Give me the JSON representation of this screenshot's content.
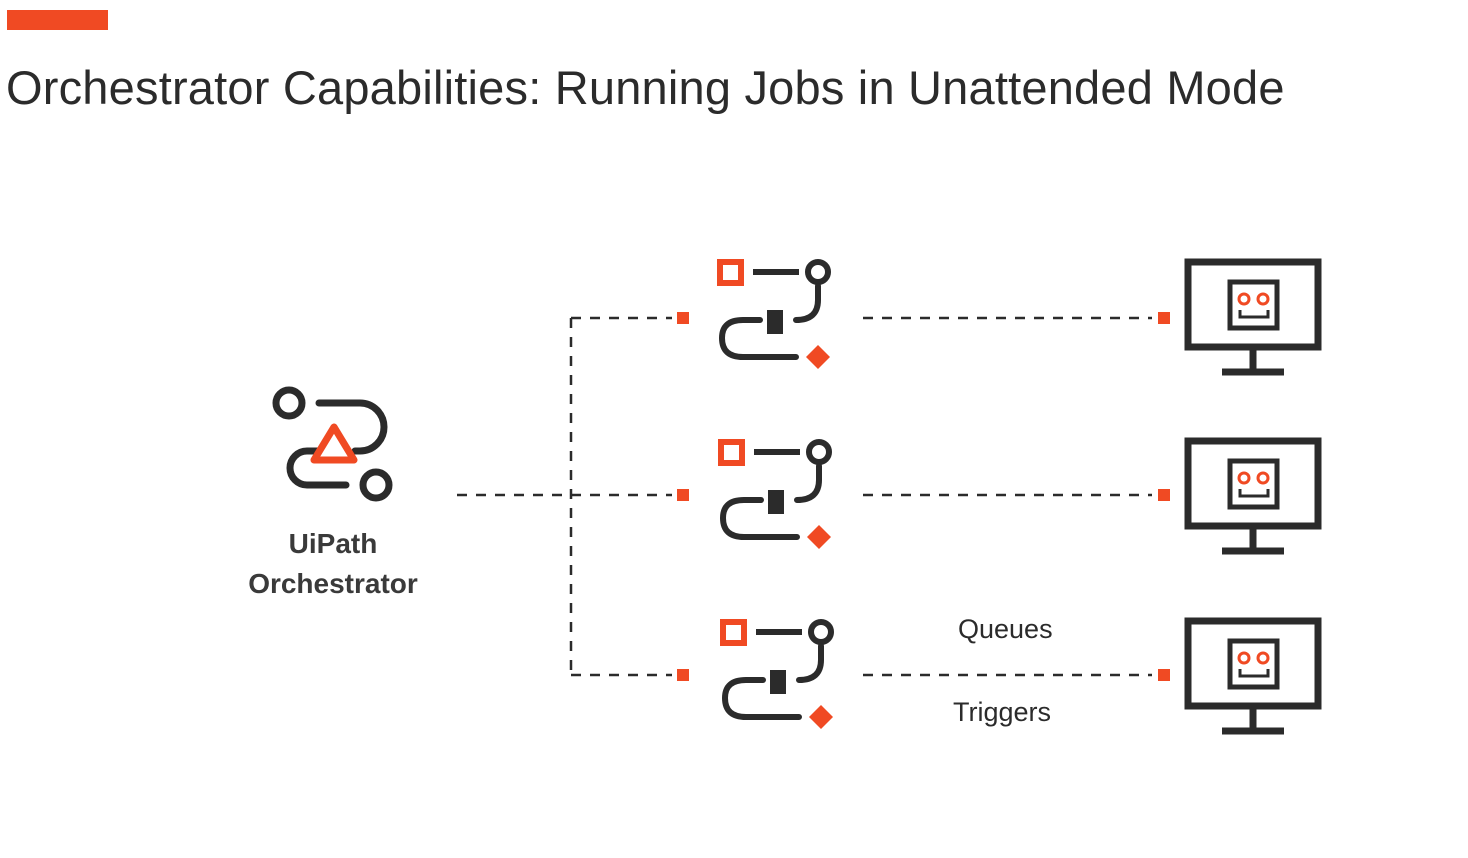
{
  "slide": {
    "title": "Orchestrator Capabilities: Running Jobs in Unattended Mode",
    "accent_color": "#f04a23",
    "dark_color": "#2b2b2b"
  },
  "orchestrator": {
    "label_line1": "UiPath",
    "label_line2": "Orchestrator",
    "icon": "orchestrator-logo-icon"
  },
  "processes": [
    {
      "icon": "process-workflow-icon"
    },
    {
      "icon": "process-workflow-icon"
    },
    {
      "icon": "process-workflow-icon"
    }
  ],
  "robots": [
    {
      "icon": "robot-monitor-icon"
    },
    {
      "icon": "robot-monitor-icon"
    },
    {
      "icon": "robot-monitor-icon"
    }
  ],
  "connection_labels": {
    "queues": "Queues",
    "triggers": "Triggers"
  }
}
